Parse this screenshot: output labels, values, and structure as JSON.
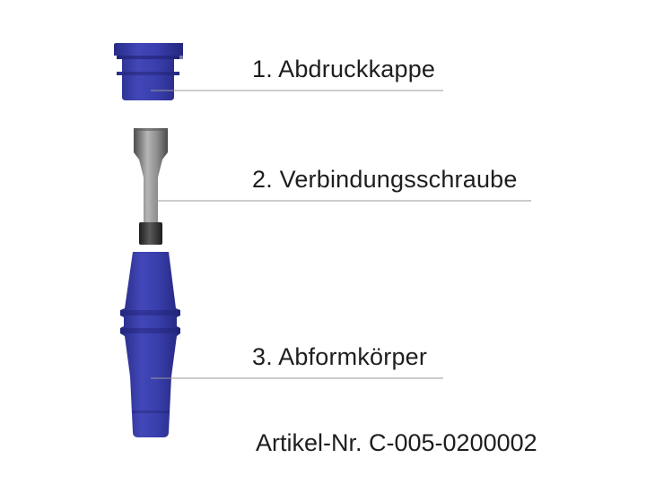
{
  "parts": [
    {
      "number": "1.",
      "name": "Abdruckkappe",
      "label": "1. Abdruckkappe"
    },
    {
      "number": "2.",
      "name": "Verbindungsschraube",
      "label": "2. Verbindungsschraube"
    },
    {
      "number": "3.",
      "name": "Abformkörper",
      "label": "3. Abformkörper"
    }
  ],
  "article_number": "Artikel-Nr. C-005-0200002",
  "colors": {
    "part_blue": "#3a3fae",
    "part_blue_dark": "#2a2e8c",
    "screw_gray": "#8a8a8a",
    "screw_dark": "#333333",
    "leader_line": "#999999",
    "text": "#1e1e1e"
  }
}
